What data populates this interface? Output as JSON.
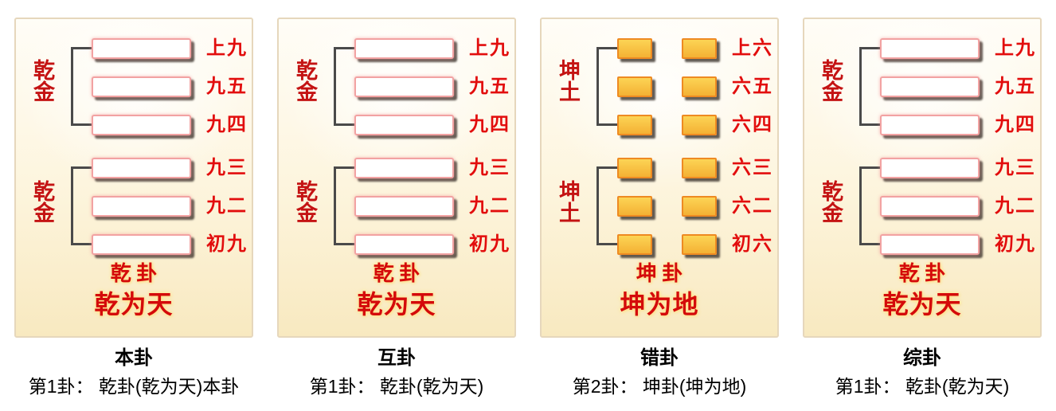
{
  "colors": {
    "label_red": "#e20d0d",
    "trigram_red": "#c41313",
    "gua_red": "#d40a0a",
    "gua_glow": "#ffe089",
    "yang_fill": "#ffffff",
    "yang_border": "#f2a2a2",
    "yin_fill_top": "#fcd455",
    "yin_fill_bottom": "#f4b134",
    "yin_border": "#ee8a22",
    "bracket": "#4a4a4a",
    "panel_border": "#e6d7bc",
    "panel_bg_top": "#fffdf7",
    "panel_bg_mid": "#fdf5de",
    "panel_bg_bottom": "#f8e9c0",
    "text_black": "#000000"
  },
  "panels": [
    {
      "id": "ben-gua",
      "title": "本卦",
      "description": "第1卦： 乾卦(乾为天)本卦",
      "gua_label": "乾 卦",
      "gua_fullname": "乾为天",
      "trigrams": [
        {
          "label": "乾金"
        },
        {
          "label": "乾金"
        }
      ],
      "lines": [
        {
          "label": "上九",
          "type": "yang"
        },
        {
          "label": "九五",
          "type": "yang"
        },
        {
          "label": "九四",
          "type": "yang"
        },
        {
          "label": "九三",
          "type": "yang"
        },
        {
          "label": "九二",
          "type": "yang"
        },
        {
          "label": "初九",
          "type": "yang"
        }
      ]
    },
    {
      "id": "hu-gua",
      "title": "互卦",
      "description": "第1卦： 乾卦(乾为天)",
      "gua_label": "乾 卦",
      "gua_fullname": "乾为天",
      "trigrams": [
        {
          "label": "乾金"
        },
        {
          "label": "乾金"
        }
      ],
      "lines": [
        {
          "label": "上九",
          "type": "yang"
        },
        {
          "label": "九五",
          "type": "yang"
        },
        {
          "label": "九四",
          "type": "yang"
        },
        {
          "label": "九三",
          "type": "yang"
        },
        {
          "label": "九二",
          "type": "yang"
        },
        {
          "label": "初九",
          "type": "yang"
        }
      ]
    },
    {
      "id": "cuo-gua",
      "title": "错卦",
      "description": "第2卦： 坤卦(坤为地)",
      "gua_label": "坤 卦",
      "gua_fullname": "坤为地",
      "trigrams": [
        {
          "label": "坤土"
        },
        {
          "label": "坤土"
        }
      ],
      "lines": [
        {
          "label": "上六",
          "type": "yin"
        },
        {
          "label": "六五",
          "type": "yin"
        },
        {
          "label": "六四",
          "type": "yin"
        },
        {
          "label": "六三",
          "type": "yin"
        },
        {
          "label": "六二",
          "type": "yin"
        },
        {
          "label": "初六",
          "type": "yin"
        }
      ]
    },
    {
      "id": "zong-gua",
      "title": "综卦",
      "description": "第1卦： 乾卦(乾为天)",
      "gua_label": "乾 卦",
      "gua_fullname": "乾为天",
      "trigrams": [
        {
          "label": "乾金"
        },
        {
          "label": "乾金"
        }
      ],
      "lines": [
        {
          "label": "上九",
          "type": "yang"
        },
        {
          "label": "九五",
          "type": "yang"
        },
        {
          "label": "九四",
          "type": "yang"
        },
        {
          "label": "九三",
          "type": "yang"
        },
        {
          "label": "九二",
          "type": "yang"
        },
        {
          "label": "初九",
          "type": "yang"
        }
      ]
    }
  ]
}
